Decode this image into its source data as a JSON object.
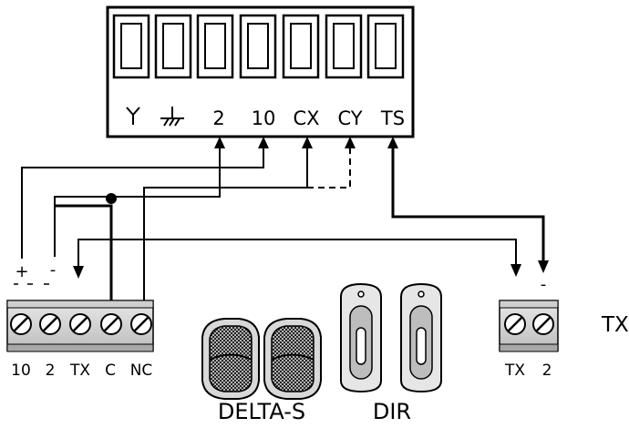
{
  "board_terminals": [
    "Y",
    "⊥",
    "2",
    "10",
    "CX",
    "CY",
    "TS"
  ],
  "receiver_polarity": [
    "+",
    "-"
  ],
  "receiver_terminals": [
    "10",
    "2",
    "TX",
    "C",
    "NC"
  ],
  "transmitter_polarity": "-",
  "transmitter_terminals": [
    "TX",
    "2"
  ],
  "transmitter_label": "TX",
  "device_labels": [
    "DELTA-S",
    "DIR"
  ]
}
